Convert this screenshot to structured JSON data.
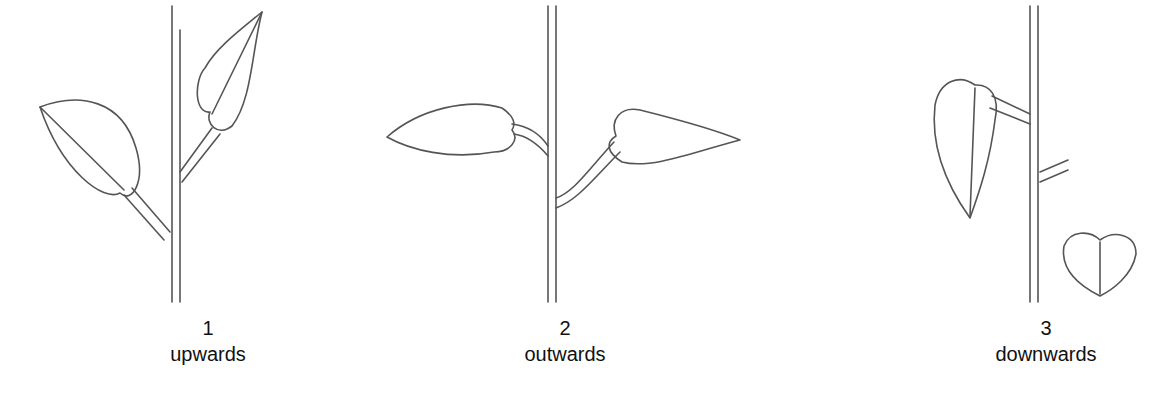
{
  "diagram": {
    "labels": [
      "1",
      "upwards",
      "2",
      "outwards",
      "3",
      "downwards"
    ]
  }
}
